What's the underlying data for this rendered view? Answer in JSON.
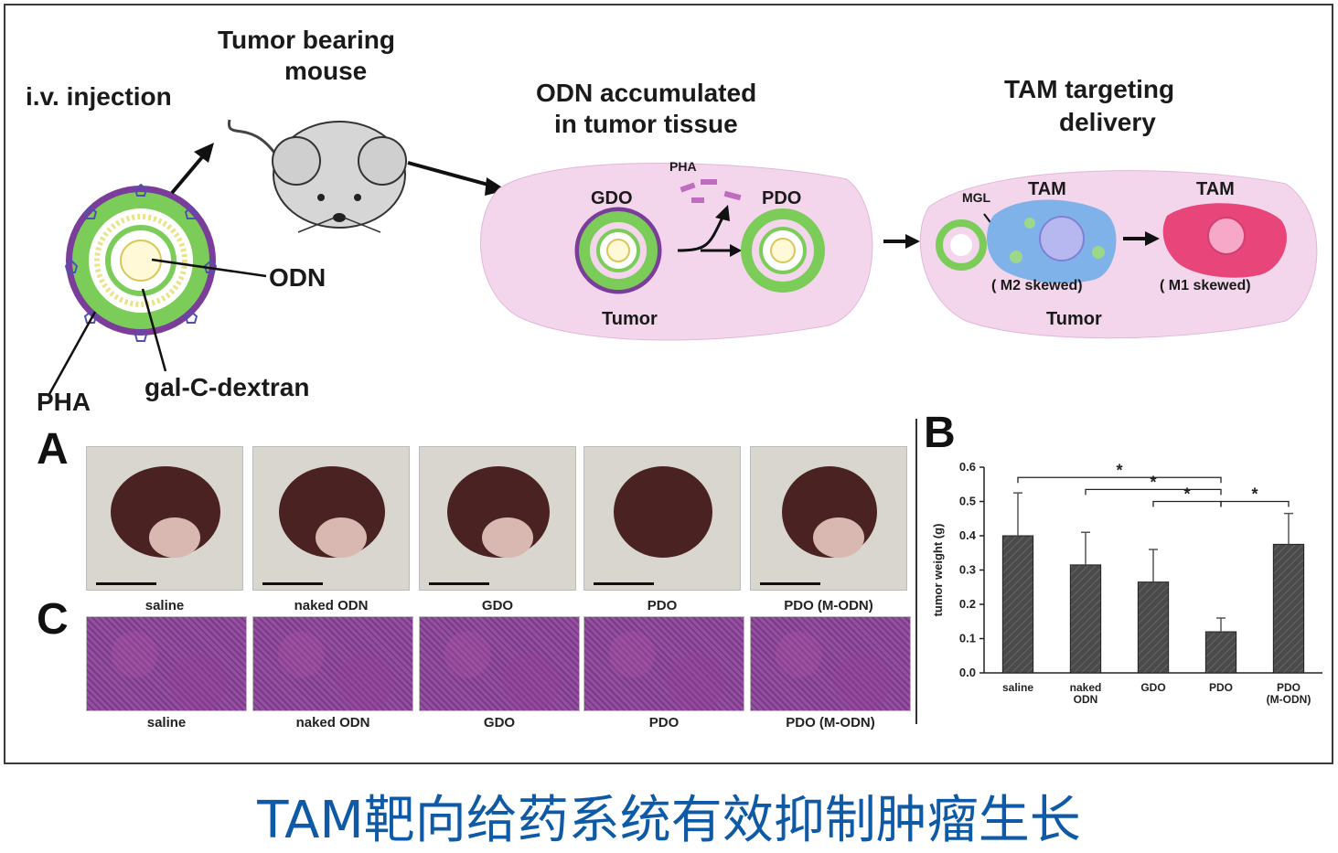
{
  "schematic": {
    "injection": "i.v. injection",
    "mouse_title_1": "Tumor bearing",
    "mouse_title_2": "mouse",
    "odn_accum_1": "ODN accumulated",
    "odn_accum_2": "in tumor tissue",
    "tam_target_1": "TAM targeting",
    "tam_target_2": "delivery",
    "label_odn": "ODN",
    "label_pha": "PHA",
    "label_gal": "gal-C-dextran",
    "label_gdo": "GDO",
    "label_pha_small": "PHA",
    "label_pdo": "PDO",
    "label_tumor_1": "Tumor",
    "label_mgl": "MGL",
    "label_tam_1": "TAM",
    "label_tam_2": "TAM",
    "label_m2": "( M2 skewed)",
    "label_m1": "( M1 skewed)",
    "label_tumor_2": "Tumor"
  },
  "panels": {
    "a": "A",
    "b": "B",
    "c": "C"
  },
  "groups": [
    "saline",
    "naked ODN",
    "GDO",
    "PDO",
    "PDO (M-ODN)"
  ],
  "chart_data": {
    "type": "bar",
    "categories": [
      "saline",
      "naked ODN",
      "GDO",
      "PDO",
      "PDO (M-ODN)"
    ],
    "tick_labels": [
      [
        "saline"
      ],
      [
        "naked",
        "ODN"
      ],
      [
        "GDO"
      ],
      [
        "PDO"
      ],
      [
        "PDO",
        "(M-ODN)"
      ]
    ],
    "values": [
      0.4,
      0.315,
      0.265,
      0.12,
      0.375
    ],
    "errors": [
      0.125,
      0.095,
      0.095,
      0.04,
      0.09
    ],
    "ylabel": "tumor weight (g)",
    "ylim": [
      0.0,
      0.6
    ],
    "yticks": [
      "0.0",
      "0.1",
      "0.2",
      "0.3",
      "0.4",
      "0.5",
      "0.6"
    ],
    "significance": [
      {
        "from": 0,
        "to": 3,
        "mark": "*"
      },
      {
        "from": 1,
        "to": 3,
        "mark": "*"
      },
      {
        "from": 2,
        "to": 3,
        "mark": "*"
      },
      {
        "from": 3,
        "to": 4,
        "mark": "*"
      }
    ],
    "bar_color": "#4a4a4a"
  },
  "caption": "TAM靶向给药系统有效抑制肿瘤生长",
  "colors": {
    "caption": "#0e5aa7",
    "tumor_bg": "#f3d6ec",
    "tam_blue": "#7fb2e8",
    "tam_red": "#e8457a"
  }
}
